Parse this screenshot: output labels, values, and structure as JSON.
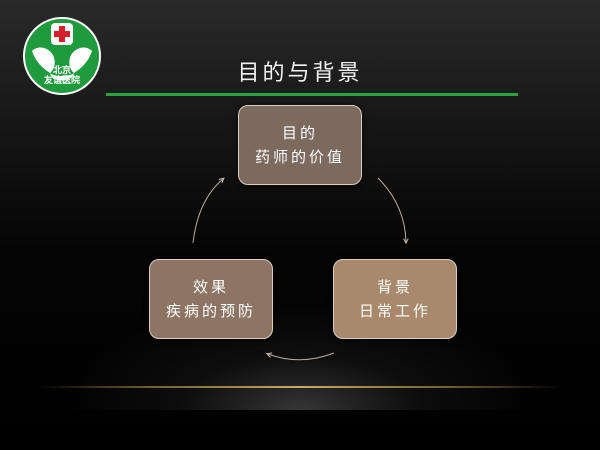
{
  "logo": {
    "name": "hospital-logo",
    "line1": "北京",
    "line2": "友谊医院",
    "colors": {
      "green": "#1f9a3d",
      "white": "#ffffff",
      "red": "#d3202a"
    }
  },
  "title": "目的与背景",
  "cycle": {
    "top": {
      "line1": "目的",
      "line2": "药师的价值"
    },
    "right": {
      "line1": "背景",
      "line2": "日常工作"
    },
    "left": {
      "line1": "效果",
      "line2": "疾病的预防"
    }
  },
  "colors": {
    "accent_rule": "#27a344",
    "box_top": "#7d6a5e",
    "box_left": "#8e7563",
    "box_right": "#a9896b",
    "floor_line": "#c9a968"
  }
}
